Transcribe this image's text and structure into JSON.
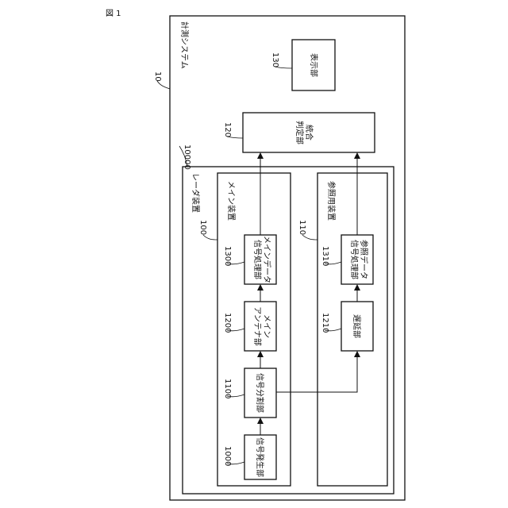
{
  "figure": {
    "label": "図 1"
  },
  "system": {
    "ref": "10",
    "label": "計測システム"
  },
  "display": {
    "ref": "130",
    "label": "表示部"
  },
  "judge": {
    "ref": "120",
    "line1": "統合",
    "line2": "判定部"
  },
  "radar": {
    "ref": "10000",
    "label": "レーダ装置"
  },
  "main_device": {
    "ref": "100",
    "label": "メイン装置"
  },
  "ref_device": {
    "ref": "110",
    "label": "参照用装置"
  },
  "blocks": {
    "signal_gen": {
      "ref": "1000",
      "line1": "信号発生部"
    },
    "splitter": {
      "ref": "1100",
      "line1": "信号分割部"
    },
    "main_antenna": {
      "ref": "1200",
      "line1": "メイン",
      "line2": "アンテナ部"
    },
    "main_proc": {
      "ref": "1300",
      "line1": "メインデータ",
      "line2": "信号処理部"
    },
    "delay": {
      "ref": "1210",
      "line1": "遅延部"
    },
    "ref_proc": {
      "ref": "1310",
      "line1": "参照データ",
      "line2": "信号処理部"
    }
  }
}
